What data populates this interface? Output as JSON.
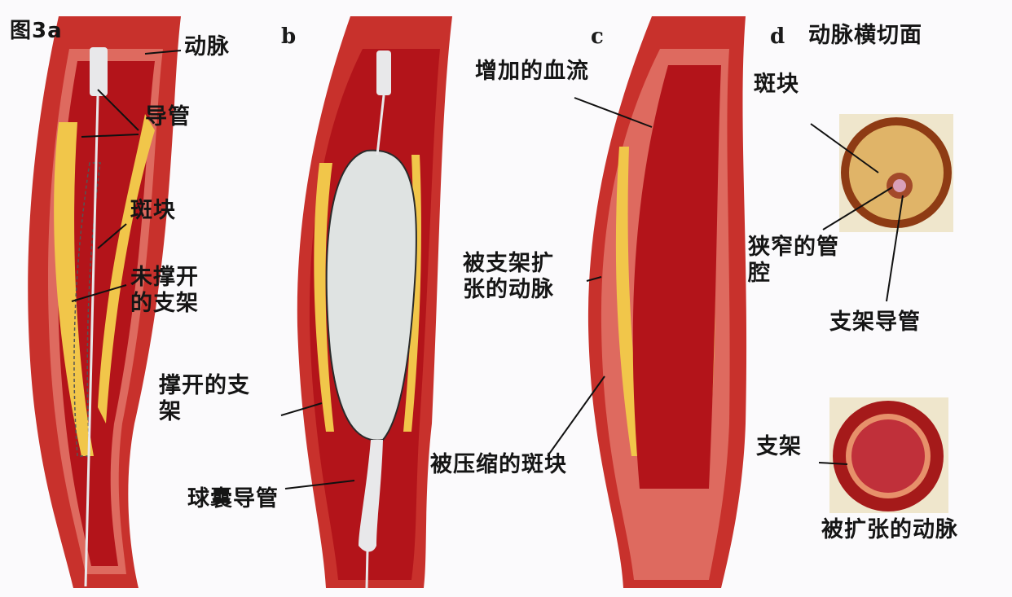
{
  "figure": {
    "title": "图3a",
    "panels": [
      {
        "id": "a",
        "letter": "",
        "labels": [
          "动脉",
          "导管",
          "斑块",
          "未撑开\n的支架"
        ]
      },
      {
        "id": "b",
        "letter": "b",
        "labels": [
          "撑开的支\n架",
          "球囊导管"
        ]
      },
      {
        "id": "c",
        "letter": "c",
        "labels": [
          "增加的血流",
          "被支架扩\n张的动脉",
          "被压缩的斑块"
        ]
      },
      {
        "id": "d",
        "letter": "d",
        "heading": "动脉横切面",
        "labels": [
          "斑块",
          "狭窄的管\n腔",
          "支架导管",
          "支架",
          "被扩张的动脉"
        ]
      }
    ]
  },
  "colors": {
    "background": "#fbfafc",
    "artery_wall": "#d9564e",
    "artery_outer": "#c8312c",
    "lumen": "#b3141a",
    "plaque": "#f1c64a",
    "stent_mesh": "#2a2a2a",
    "balloon": "#dfe3e2",
    "label_text": "#151515"
  }
}
